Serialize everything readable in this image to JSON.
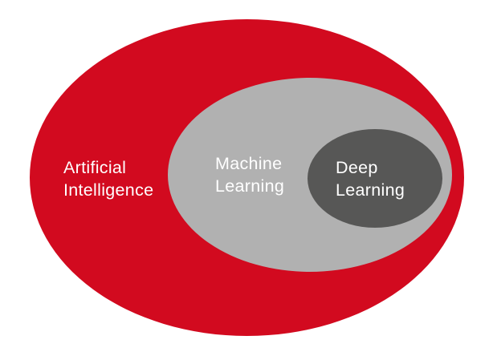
{
  "canvas": {
    "background": "#ffffff"
  },
  "diagram": {
    "type": "nested-euler-diagram",
    "sets": [
      {
        "name": "artificial-intelligence",
        "line1": "Artificial",
        "line2": "Intelligence",
        "fill": "#d20a1f",
        "text_color": "#ffffff",
        "contains": "machine-learning"
      },
      {
        "name": "machine-learning",
        "line1": "Machine",
        "line2": "Learning",
        "fill": "#b1b1b1",
        "text_color": "#ffffff",
        "contains": "deep-learning"
      },
      {
        "name": "deep-learning",
        "line1": "Deep",
        "line2": "Learning",
        "fill": "#575756",
        "text_color": "#ffffff",
        "contains": null
      }
    ]
  }
}
